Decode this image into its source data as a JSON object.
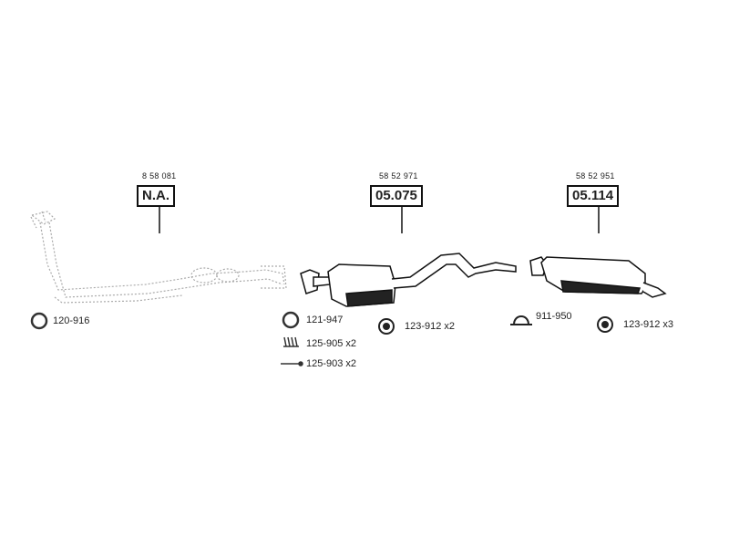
{
  "sections": [
    {
      "oe_number": "8 58 081",
      "part_number": "N.A."
    },
    {
      "oe_number": "58 52 971",
      "part_number": "05.075"
    },
    {
      "oe_number": "58 52 951",
      "part_number": "05.114"
    }
  ],
  "accessories": {
    "ring_120_916": "120-916",
    "ring_121_947": "121-947",
    "spring_125_905": "125-905 x2",
    "bolt_125_903": "125-903 x2",
    "hanger_123_912_a": "123-912 x2",
    "clamp_911_950": "911-950",
    "hanger_123_912_b": "123-912 x3"
  }
}
